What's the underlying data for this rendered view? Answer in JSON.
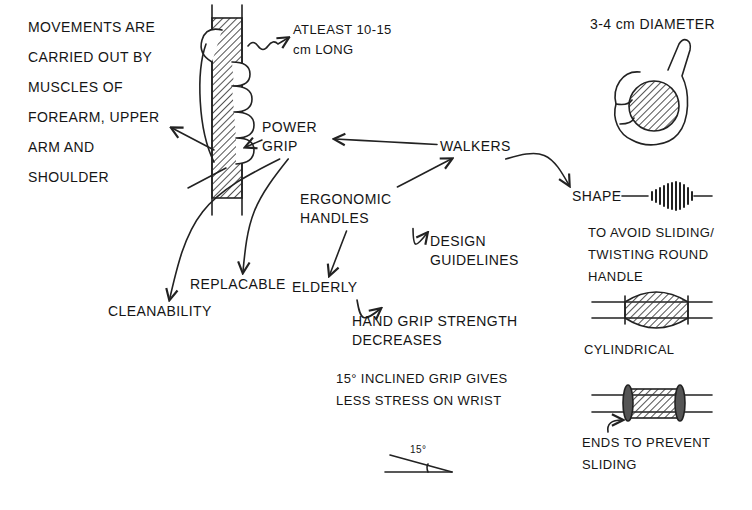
{
  "diagram": {
    "nodes": [
      {
        "text": [
          "POWER GRIP"
        ]
      },
      {
        "text": [
          "WALKERS"
        ]
      },
      {
        "text": [
          "SHAPE"
        ]
      },
      {
        "text": [
          "ERGONOMIC HANDLES"
        ]
      },
      {
        "text": [
          "DESIGN GUIDELINES"
        ]
      },
      {
        "text": [
          "REPLACABLE"
        ]
      },
      {
        "text": [
          "ELDERLY"
        ]
      },
      {
        "text": [
          "CLEANABILITY"
        ]
      },
      {
        "text": [
          "HAND GRIP STRENGTH DECREASES"
        ]
      }
    ],
    "edges": [
      {
        "from": 1,
        "to": 0,
        "arrow": "to"
      },
      {
        "from": 3,
        "to": 1,
        "arrow": "to"
      },
      {
        "from": 1,
        "to": 2,
        "arrow": "to"
      },
      {
        "from": 3,
        "to": 4,
        "arrow": "to"
      },
      {
        "from": 3,
        "to": 6,
        "arrow": "to"
      },
      {
        "from": 6,
        "to": 8,
        "arrow": "to"
      },
      {
        "from": 0,
        "to": 7,
        "arrow": "to"
      },
      {
        "from": 0,
        "to": 5,
        "arrow": "to"
      }
    ],
    "labels": [
      "MOVEMENTS ARE CARRIED OUT BY MUSCLES OF FOREARM, UPPER ARM AND SHOULDER",
      "ATLEAST 10-15 cm LONG",
      "3-4 cm DIAMETER",
      "TO AVOID SLIDING/ TWISTING ROUND HANDLE",
      "CYLINDRICAL",
      "15° INCLINED GRIP GIVES LESS STRESS ON WRIST",
      "15°",
      "ENDS TO PREVENT SLIDING"
    ]
  }
}
